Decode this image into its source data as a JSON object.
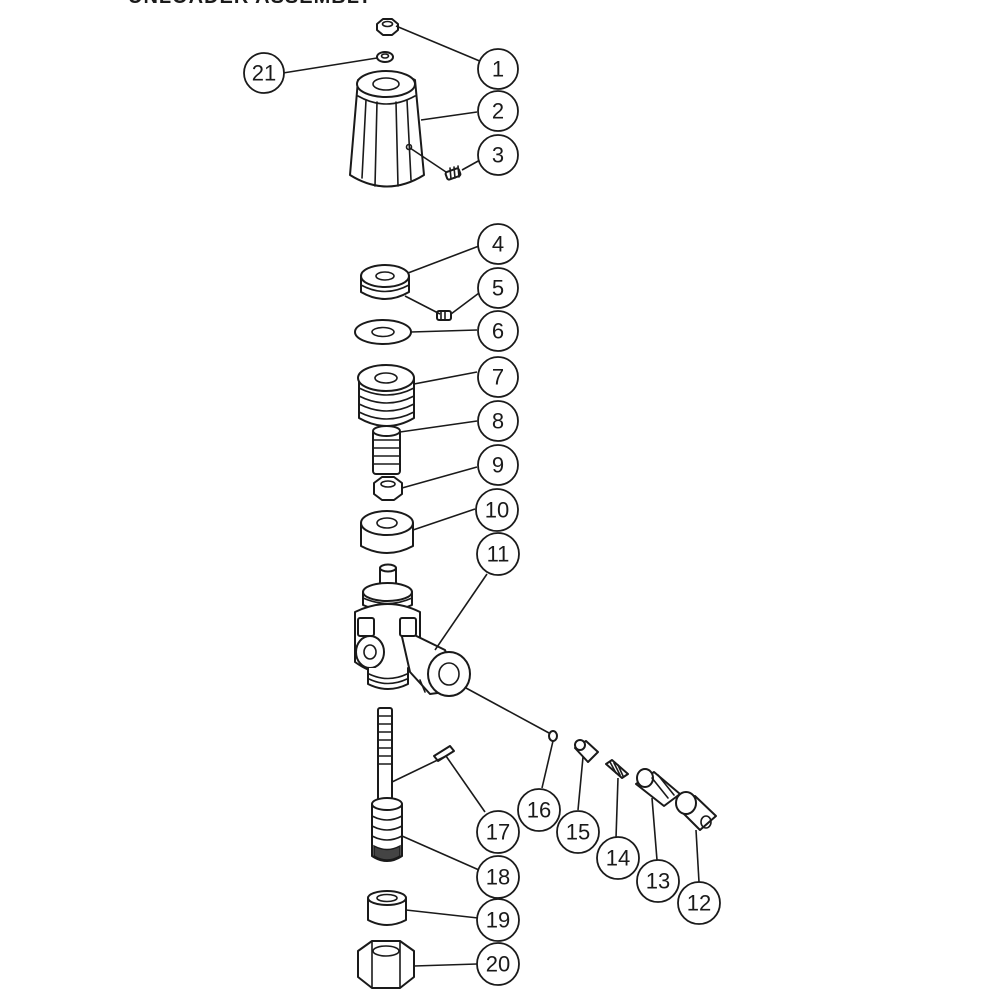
{
  "diagram": {
    "heading": "UNLOADER ASSEMBLY",
    "callouts": [
      {
        "label": "1"
      },
      {
        "label": "2"
      },
      {
        "label": "3"
      },
      {
        "label": "4"
      },
      {
        "label": "5"
      },
      {
        "label": "6"
      },
      {
        "label": "7"
      },
      {
        "label": "8"
      },
      {
        "label": "9"
      },
      {
        "label": "10"
      },
      {
        "label": "11"
      },
      {
        "label": "12"
      },
      {
        "label": "13"
      },
      {
        "label": "14"
      },
      {
        "label": "15"
      },
      {
        "label": "16"
      },
      {
        "label": "17"
      },
      {
        "label": "18"
      },
      {
        "label": "19"
      },
      {
        "label": "20"
      },
      {
        "label": "21"
      }
    ]
  }
}
